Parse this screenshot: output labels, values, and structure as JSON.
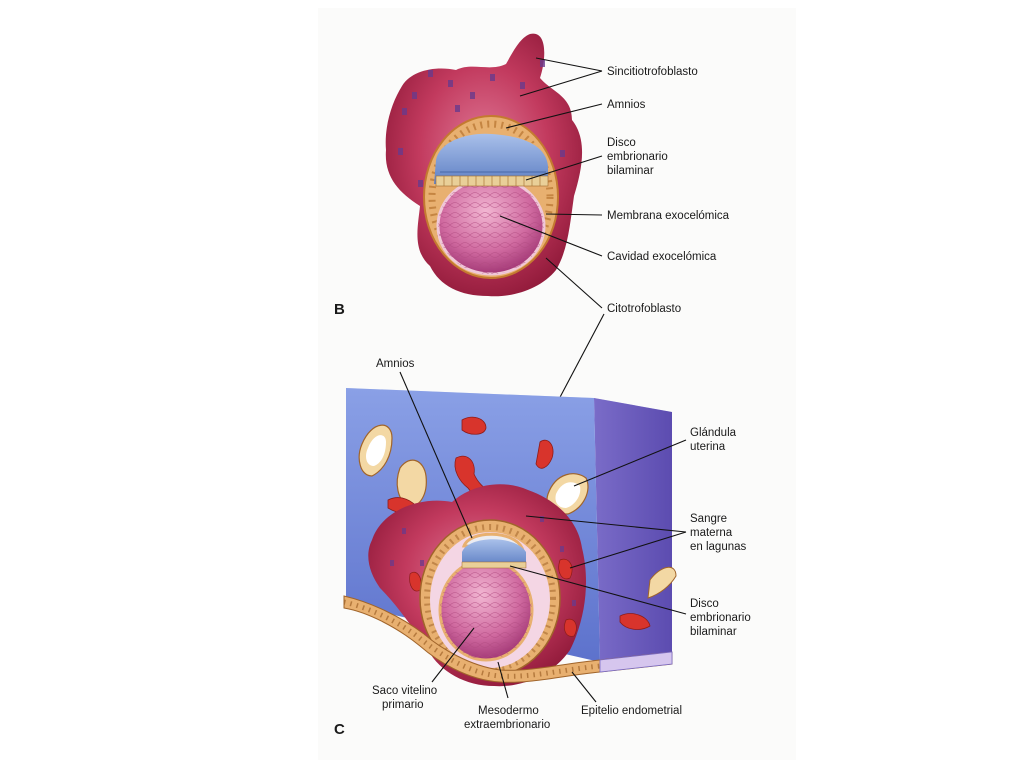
{
  "figure": {
    "panel_b": {
      "letter": "B",
      "labels": {
        "sincitiotrofoblasto": "Sincitiotrofoblasto",
        "amnios": "Amnios",
        "disco_line1": "Disco",
        "disco_line2": "embrionario",
        "disco_line3": "bilaminar",
        "membrana": "Membrana exocelómica",
        "cavidad": "Cavidad exocelómica",
        "citotrofoblasto": "Citotrofoblasto"
      }
    },
    "panel_c": {
      "letter": "C",
      "labels": {
        "amnios": "Amnios",
        "glandula_line1": "Glándula",
        "glandula_line2": "uterina",
        "sangre_line1": "Sangre",
        "sangre_line2": "materna",
        "sangre_line3": "en lagunas",
        "disco_line1": "Disco",
        "disco_line2": "embrionario",
        "disco_line3": "bilaminar",
        "saco_line1": "Saco vitelino",
        "saco_line2": "primario",
        "meso_line1": "Mesodermo",
        "meso_line2": "extraembrionario",
        "epitelio": "Epitelio endometrial"
      }
    },
    "colors": {
      "syncytio_dark": "#8e1838",
      "syncytio_mid": "#c23a5e",
      "syncytio_light": "#e07a98",
      "cyto_ring": "#e8b070",
      "cyto_cell": "#f3d8a4",
      "amnion_cavity": "#e9e9f0",
      "epiblast_blue": "#7f9ed3",
      "yolk_pink": "#d06aa0",
      "endometrium_blue": "#6f86d8",
      "endometrium_side": "#6f5fc0",
      "blood_red": "#d8342c"
    }
  }
}
